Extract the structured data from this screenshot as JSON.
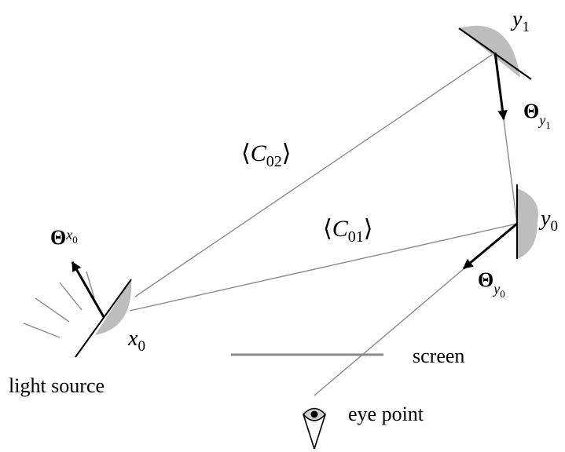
{
  "labels": {
    "y1_var": "y",
    "y1_sub": "1",
    "y0_var": "y",
    "y0_sub": "0",
    "x0_var": "x",
    "x0_sub": "0",
    "theta_symbol": "Θ",
    "theta_y1_var": "y",
    "theta_y1_sub": "1",
    "theta_y0_var": "y",
    "theta_y0_sub": "0",
    "theta_x0_var": "x",
    "theta_x0_sub": "0",
    "c02_open": "⟨",
    "c02_var": "C",
    "c02_sub": "02",
    "c02_close": "⟩",
    "c01_open": "⟨",
    "c01_var": "C",
    "c01_sub": "01",
    "c01_close": "⟩",
    "light_source": "light source",
    "screen": "screen",
    "eye_point": "eye point"
  }
}
